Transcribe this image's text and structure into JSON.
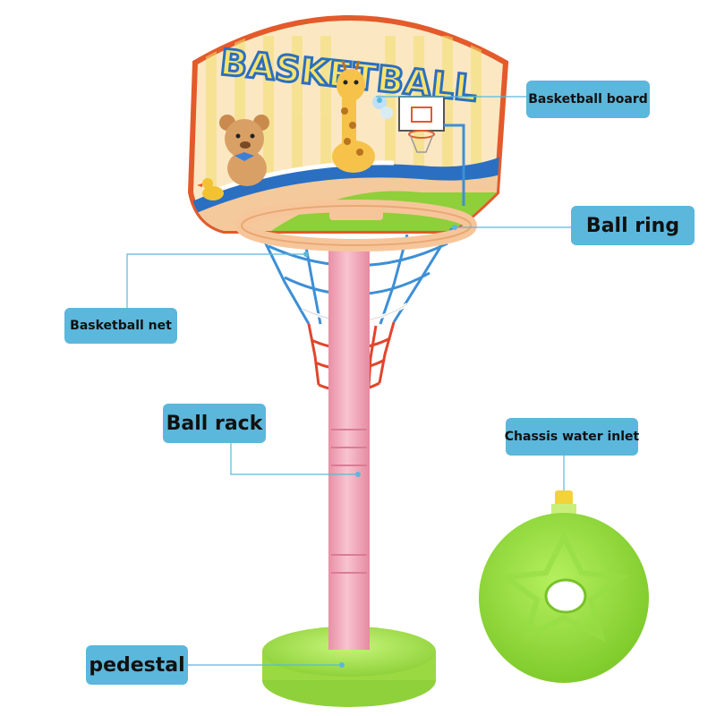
{
  "labels": {
    "basketball_board": "Basketball board",
    "ball_ring": "Ball ring",
    "basketball_net": "Basketball net",
    "ball_rack": "Ball rack",
    "chassis_water_inlet": "Chassis water inlet",
    "pedestal": "pedestal"
  },
  "board_title": "BASKETBALL",
  "colors": {
    "label_bg": "#5bb7db",
    "leader_line": "#5bb7db",
    "board_rim": "#e35a2b",
    "pole": "#f2a6b8",
    "base": "#a6e34a",
    "ring": "#f6c69a",
    "net_top": "#3d8fd6",
    "net_bottom": "#e0462c"
  }
}
